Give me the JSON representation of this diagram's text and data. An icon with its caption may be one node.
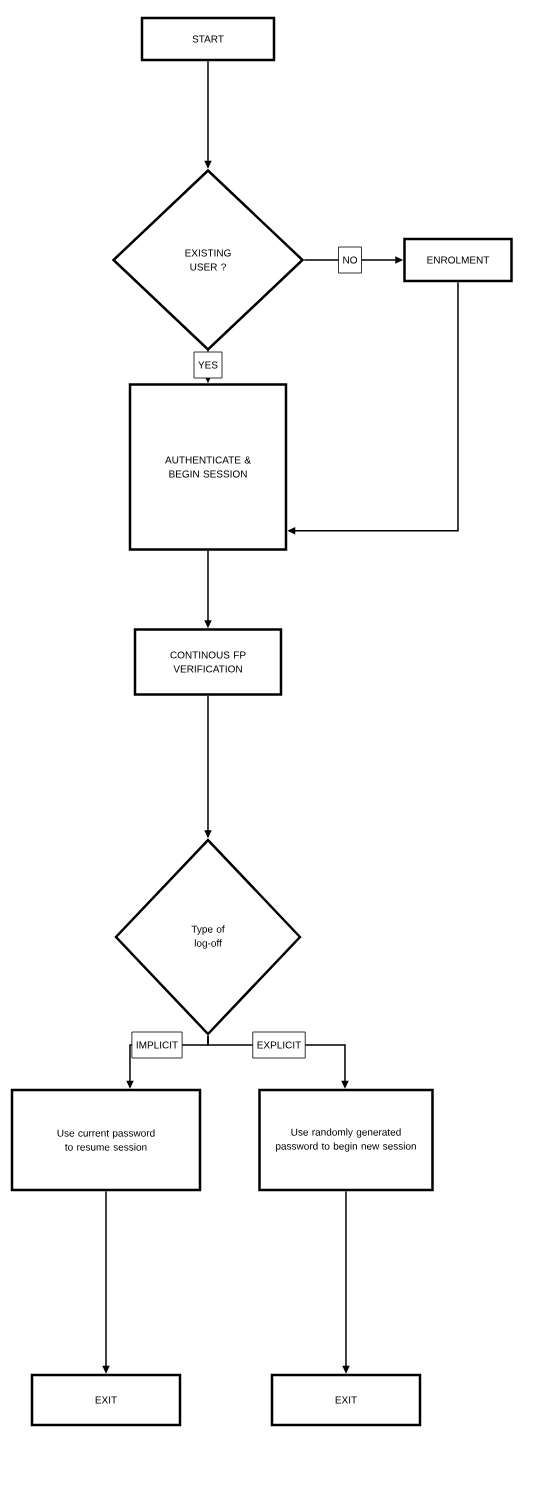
{
  "diagram": {
    "nodes": [
      {
        "text": [
          "START"
        ]
      },
      {
        "text": [
          "EXISTING USER ?"
        ]
      },
      {
        "text": [
          "ENROLMENT"
        ]
      },
      {
        "text": [
          "AUTHENTICATE & BEGIN SESSION"
        ]
      },
      {
        "text": [
          "CONTINOUS FP VERIFICATION"
        ]
      },
      {
        "text": [
          "Type of log-off"
        ]
      },
      {
        "text": [
          "Use current password to resume session"
        ]
      },
      {
        "text": [
          "Use randomly generated password to begin new session"
        ]
      },
      {
        "text": [
          "EXIT"
        ]
      },
      {
        "text": [
          "EXIT"
        ]
      }
    ],
    "edges": [
      {
        "from": 0,
        "to": 1,
        "arrow": "to"
      },
      {
        "from": 1,
        "to": 2,
        "arrow": "to",
        "label": "NO"
      },
      {
        "from": 1,
        "to": 3,
        "arrow": "to",
        "label": "YES"
      },
      {
        "from": 2,
        "to": 3,
        "arrow": "to"
      },
      {
        "from": 3,
        "to": 4,
        "arrow": "to"
      },
      {
        "from": 4,
        "to": 5,
        "arrow": "to"
      },
      {
        "from": 5,
        "to": 6,
        "arrow": "to",
        "label": "IMPLICIT"
      },
      {
        "from": 5,
        "to": 7,
        "arrow": "to",
        "label": "EXPLICIT"
      },
      {
        "from": 6,
        "to": 8,
        "arrow": "to"
      },
      {
        "from": 7,
        "to": 9,
        "arrow": "to"
      }
    ]
  }
}
